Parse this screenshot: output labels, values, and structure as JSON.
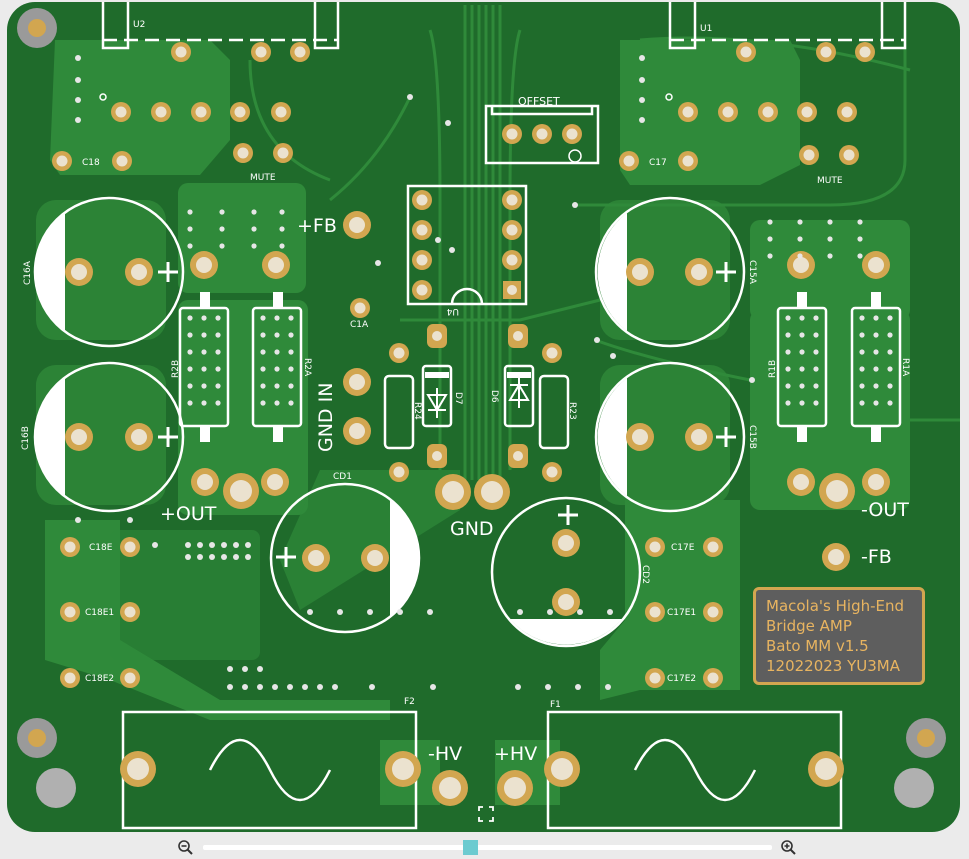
{
  "board": {
    "labels": {
      "u2": "U2",
      "u1": "U1",
      "offset": "OFFSET",
      "mute_left": "MUTE",
      "mute_right": "MUTE",
      "c18": "C18",
      "c17": "C17",
      "fb_plus": "+FB",
      "fb_minus": "-FB",
      "c16a": "C16A",
      "c16b": "C16B",
      "c15a": "C15A",
      "c15b": "C15B",
      "r2b": "R2B",
      "r2a": "R2A",
      "r1b": "R1B",
      "r1a": "R1A",
      "c1a": "C1A",
      "gnd_in": "GND IN",
      "u4": "U4",
      "r24": "R24",
      "d7": "D7",
      "d6": "D6",
      "r23": "R23",
      "cd1": "CD1",
      "cd2": "CD2",
      "gnd": "GND",
      "out_plus": "+OUT",
      "out_minus": "-OUT",
      "c18e": "C18E",
      "c18e1": "C18E1",
      "c18e2": "C18E2",
      "c17e": "C17E",
      "c17e1": "C17E1",
      "c17e2": "C17E2",
      "f2": "F2",
      "f1": "F1",
      "hv_minus": "-HV",
      "hv_plus": "+HV",
      "plus_sign": "+"
    },
    "brand": {
      "line1": "Macola's High-End",
      "line2": "Bridge AMP",
      "line3": "Bato MM v1.5",
      "line4": "12022023 YU3MA"
    },
    "colors": {
      "board": "#1f6b2b",
      "pour": "#2f8a3a",
      "pad_ring": "#d2a650",
      "pad_hole": "#ebe2cf",
      "silk": "#ffffff",
      "mount_hole": "#9a9a9a"
    }
  },
  "viewer": {
    "zoom_level": 0.47,
    "icons": {
      "zoom_out": "zoom-out-icon",
      "zoom_in": "zoom-in-icon",
      "fit": "fit-to-screen-icon"
    }
  }
}
